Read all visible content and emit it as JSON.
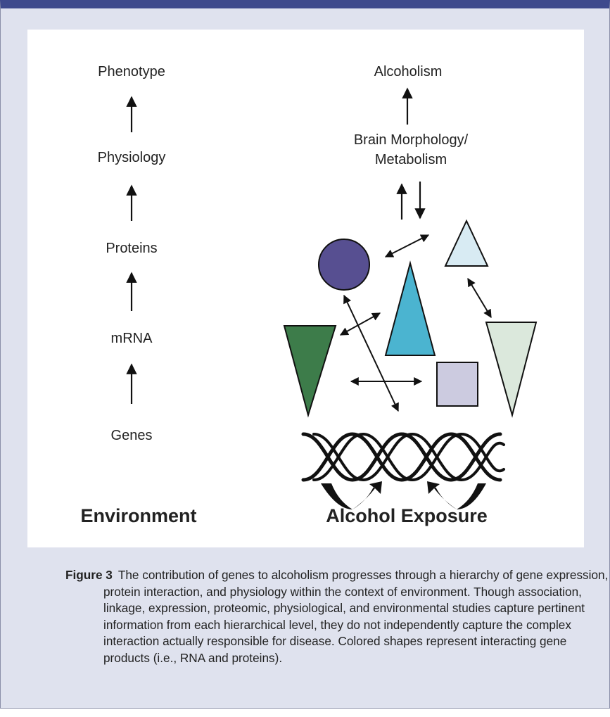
{
  "diagram": {
    "left_column": {
      "levels": [
        "Phenotype",
        "Physiology",
        "Proteins",
        "mRNA",
        "Genes"
      ],
      "base": "Environment"
    },
    "right_column": {
      "top": "Alcoholism",
      "middle_line1": "Brain Morphology/",
      "middle_line2": "Metabolism",
      "base": "Alcohol Exposure"
    },
    "colors": {
      "header_bar": "#3e4a8c",
      "frame_bg": "#dfe2ee",
      "circle": "#574f91",
      "triangle_lightblue": "#d8ebf3",
      "triangle_cyan": "#4bb4d0",
      "triangle_green": "#3d7c4a",
      "triangle_pale": "#dbe8dc",
      "square": "#cccbe0"
    },
    "shape_icons": [
      "circle-shape",
      "triangle-shape",
      "square-shape",
      "dna-helix-icon"
    ]
  },
  "caption": {
    "label": "Figure 3",
    "text": "The contribution of genes to alcoholism progresses through a hierarchy of gene expression, protein interaction, and physiology within the context of environment. Though association, linkage, expression, proteomic, physiological, and environmental studies capture pertinent information from each hierarchical level, they do not independently capture the complex interaction actually responsible for disease. Colored shapes represent interacting gene products (i.e., RNA and proteins)."
  }
}
